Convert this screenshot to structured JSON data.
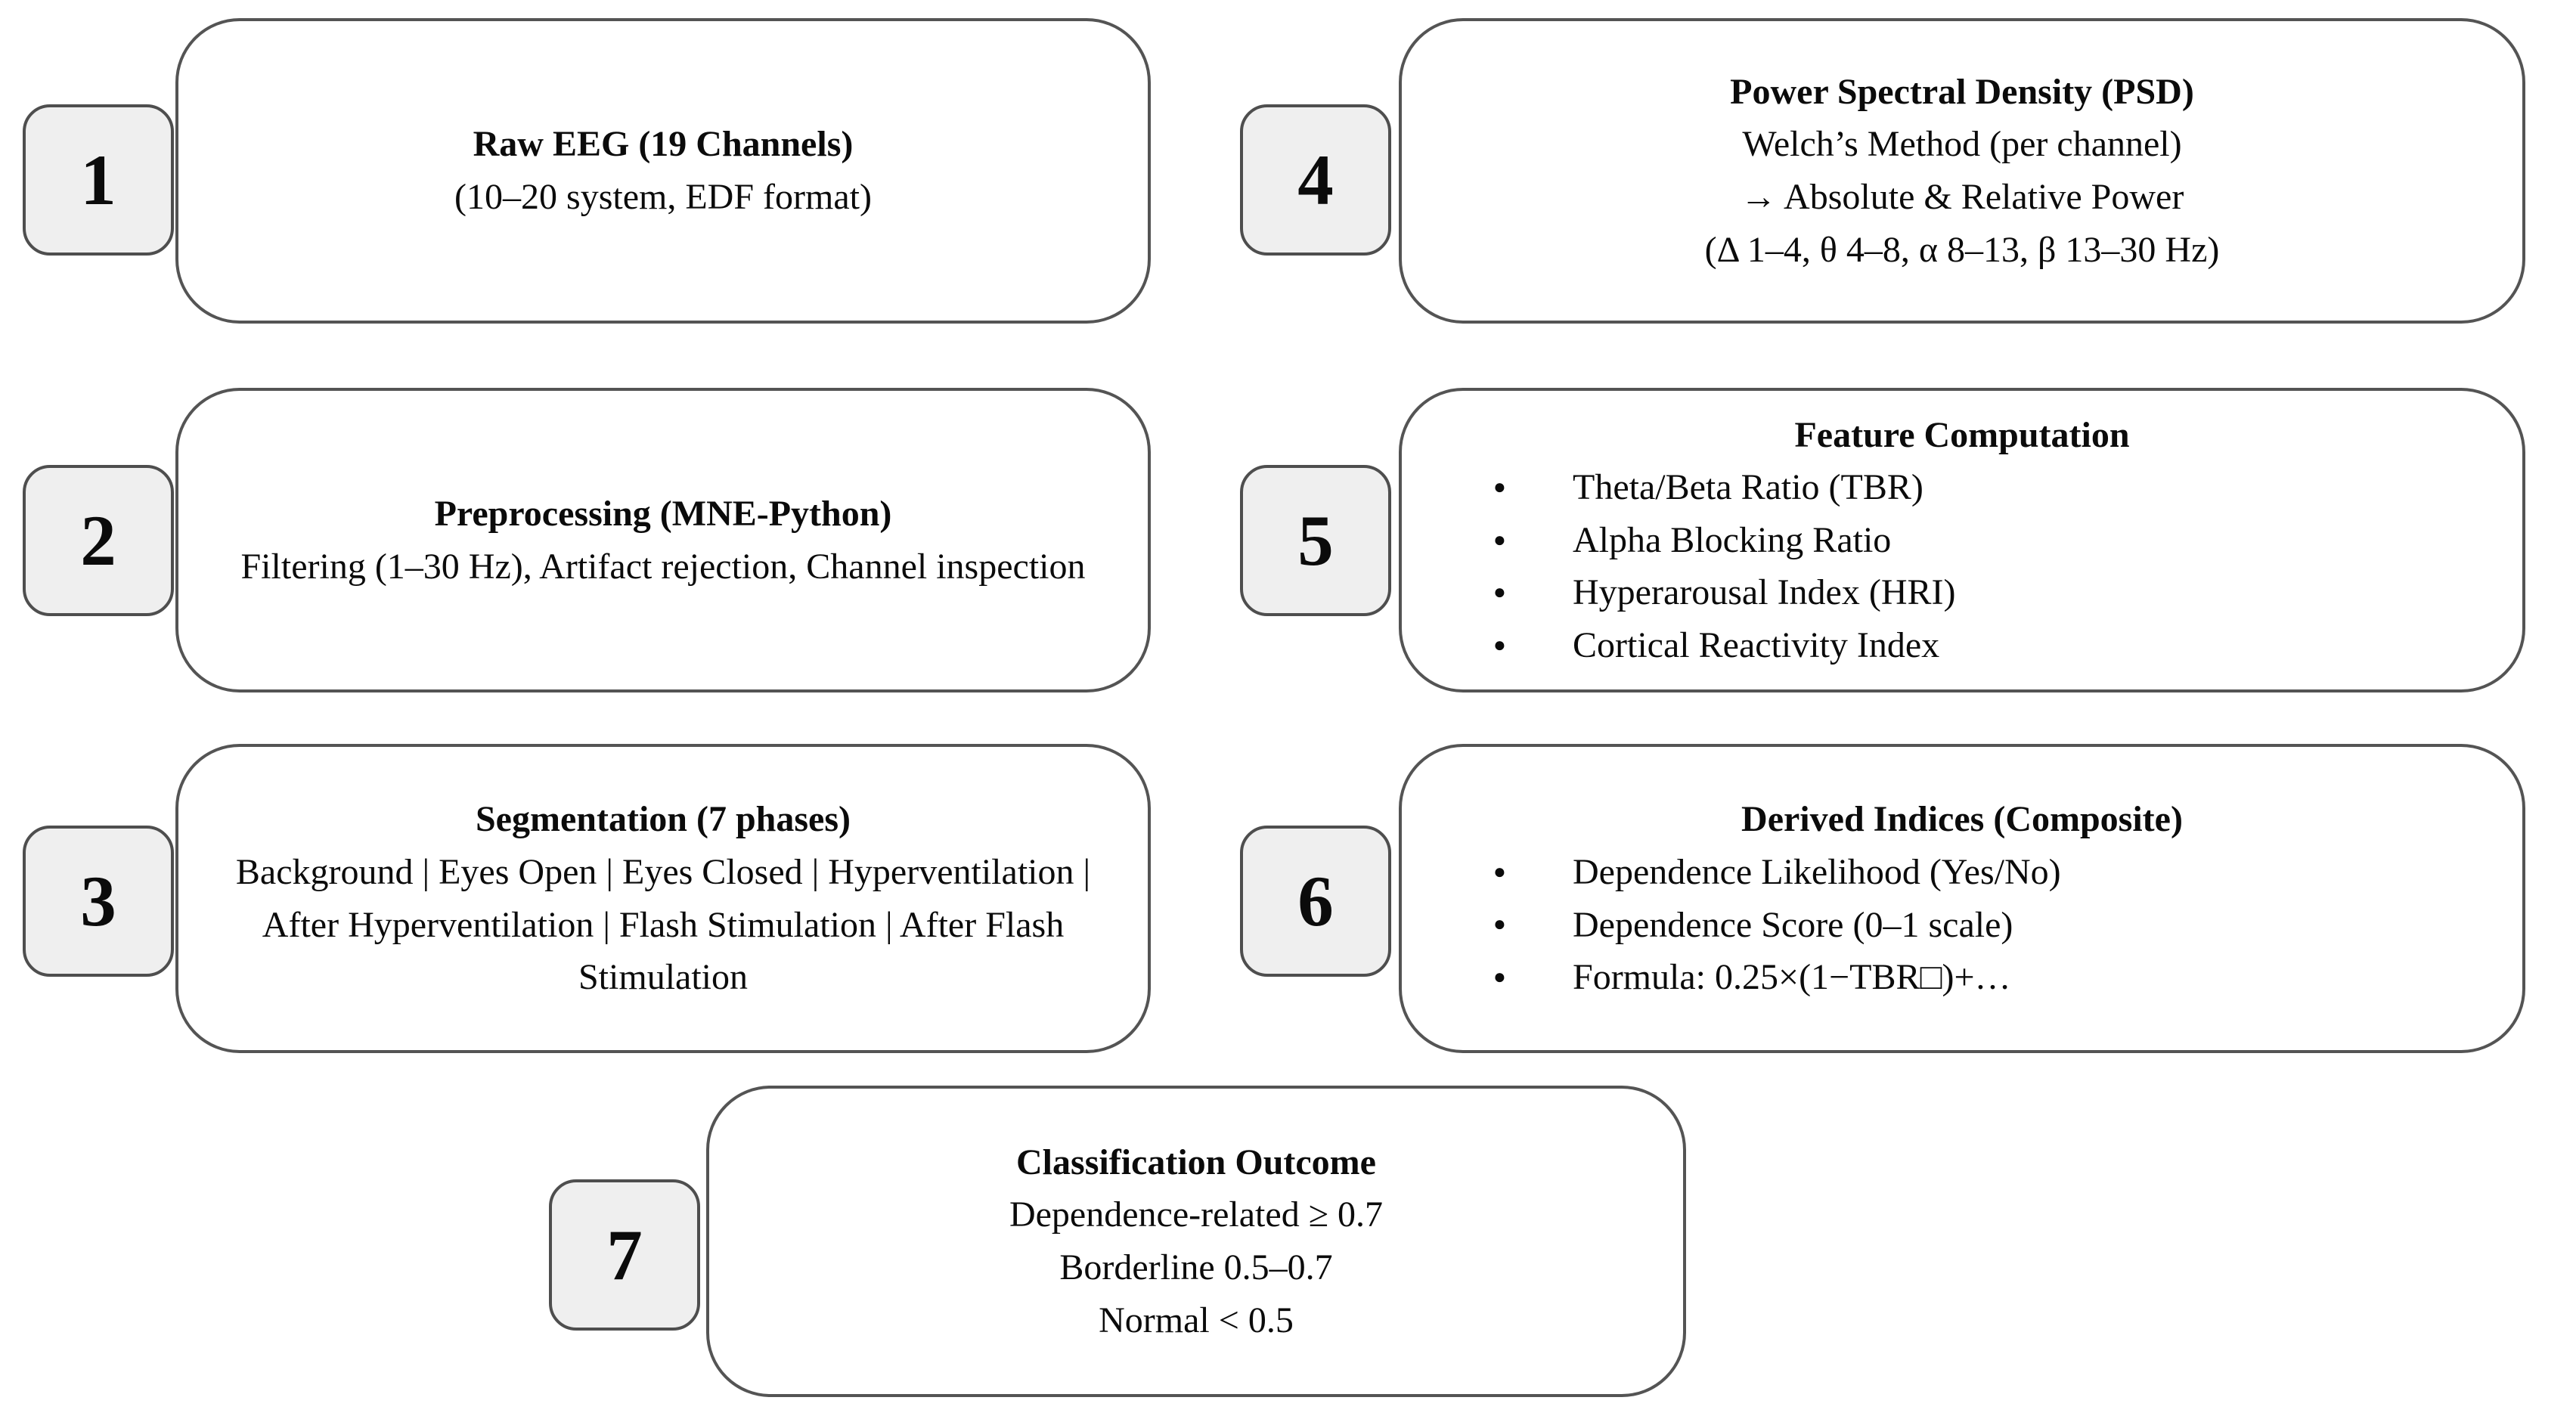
{
  "steps": [
    {
      "number": "1",
      "title": "Raw EEG (19 Channels)",
      "lines": [
        "(10–20 system, EDF format)"
      ]
    },
    {
      "number": "2",
      "title": "Preprocessing (MNE-Python)",
      "lines": [
        "Filtering (1–30 Hz), Artifact rejection, Channel inspection"
      ]
    },
    {
      "number": "3",
      "title": "Segmentation (7 phases)",
      "lines": [
        "Background | Eyes Open | Eyes Closed | Hyperventilation | After Hyperventilation | Flash Stimulation | After Flash Stimulation"
      ]
    },
    {
      "number": "4",
      "title": "Power Spectral Density (PSD)",
      "lines": [
        "Welch’s Method (per channel)",
        "→ Absolute & Relative Power",
        "(Δ 1–4, θ 4–8, α 8–13, β 13–30 Hz)"
      ]
    },
    {
      "number": "5",
      "title": "Feature Computation",
      "bullets": [
        "Theta/Beta Ratio (TBR)",
        "Alpha Blocking Ratio",
        "Hyperarousal Index (HRI)",
        "Cortical Reactivity Index"
      ]
    },
    {
      "number": "6",
      "title": "Derived Indices (Composite)",
      "bullets": [
        "Dependence Likelihood (Yes/No)",
        "Dependence Score (0–1 scale)",
        "Formula: 0.25×(1−TBR□)+…"
      ]
    },
    {
      "number": "7",
      "title": "Classification Outcome",
      "lines": [
        "Dependence-related ≥ 0.7",
        "Borderline 0.5–0.7",
        "Normal < 0.5"
      ]
    }
  ],
  "colors": {
    "background": "#ffffff",
    "box_border": "#545454",
    "badge_fill": "#efefef",
    "badge_border": "#4e4e4e",
    "text": "#0b0b0b"
  }
}
